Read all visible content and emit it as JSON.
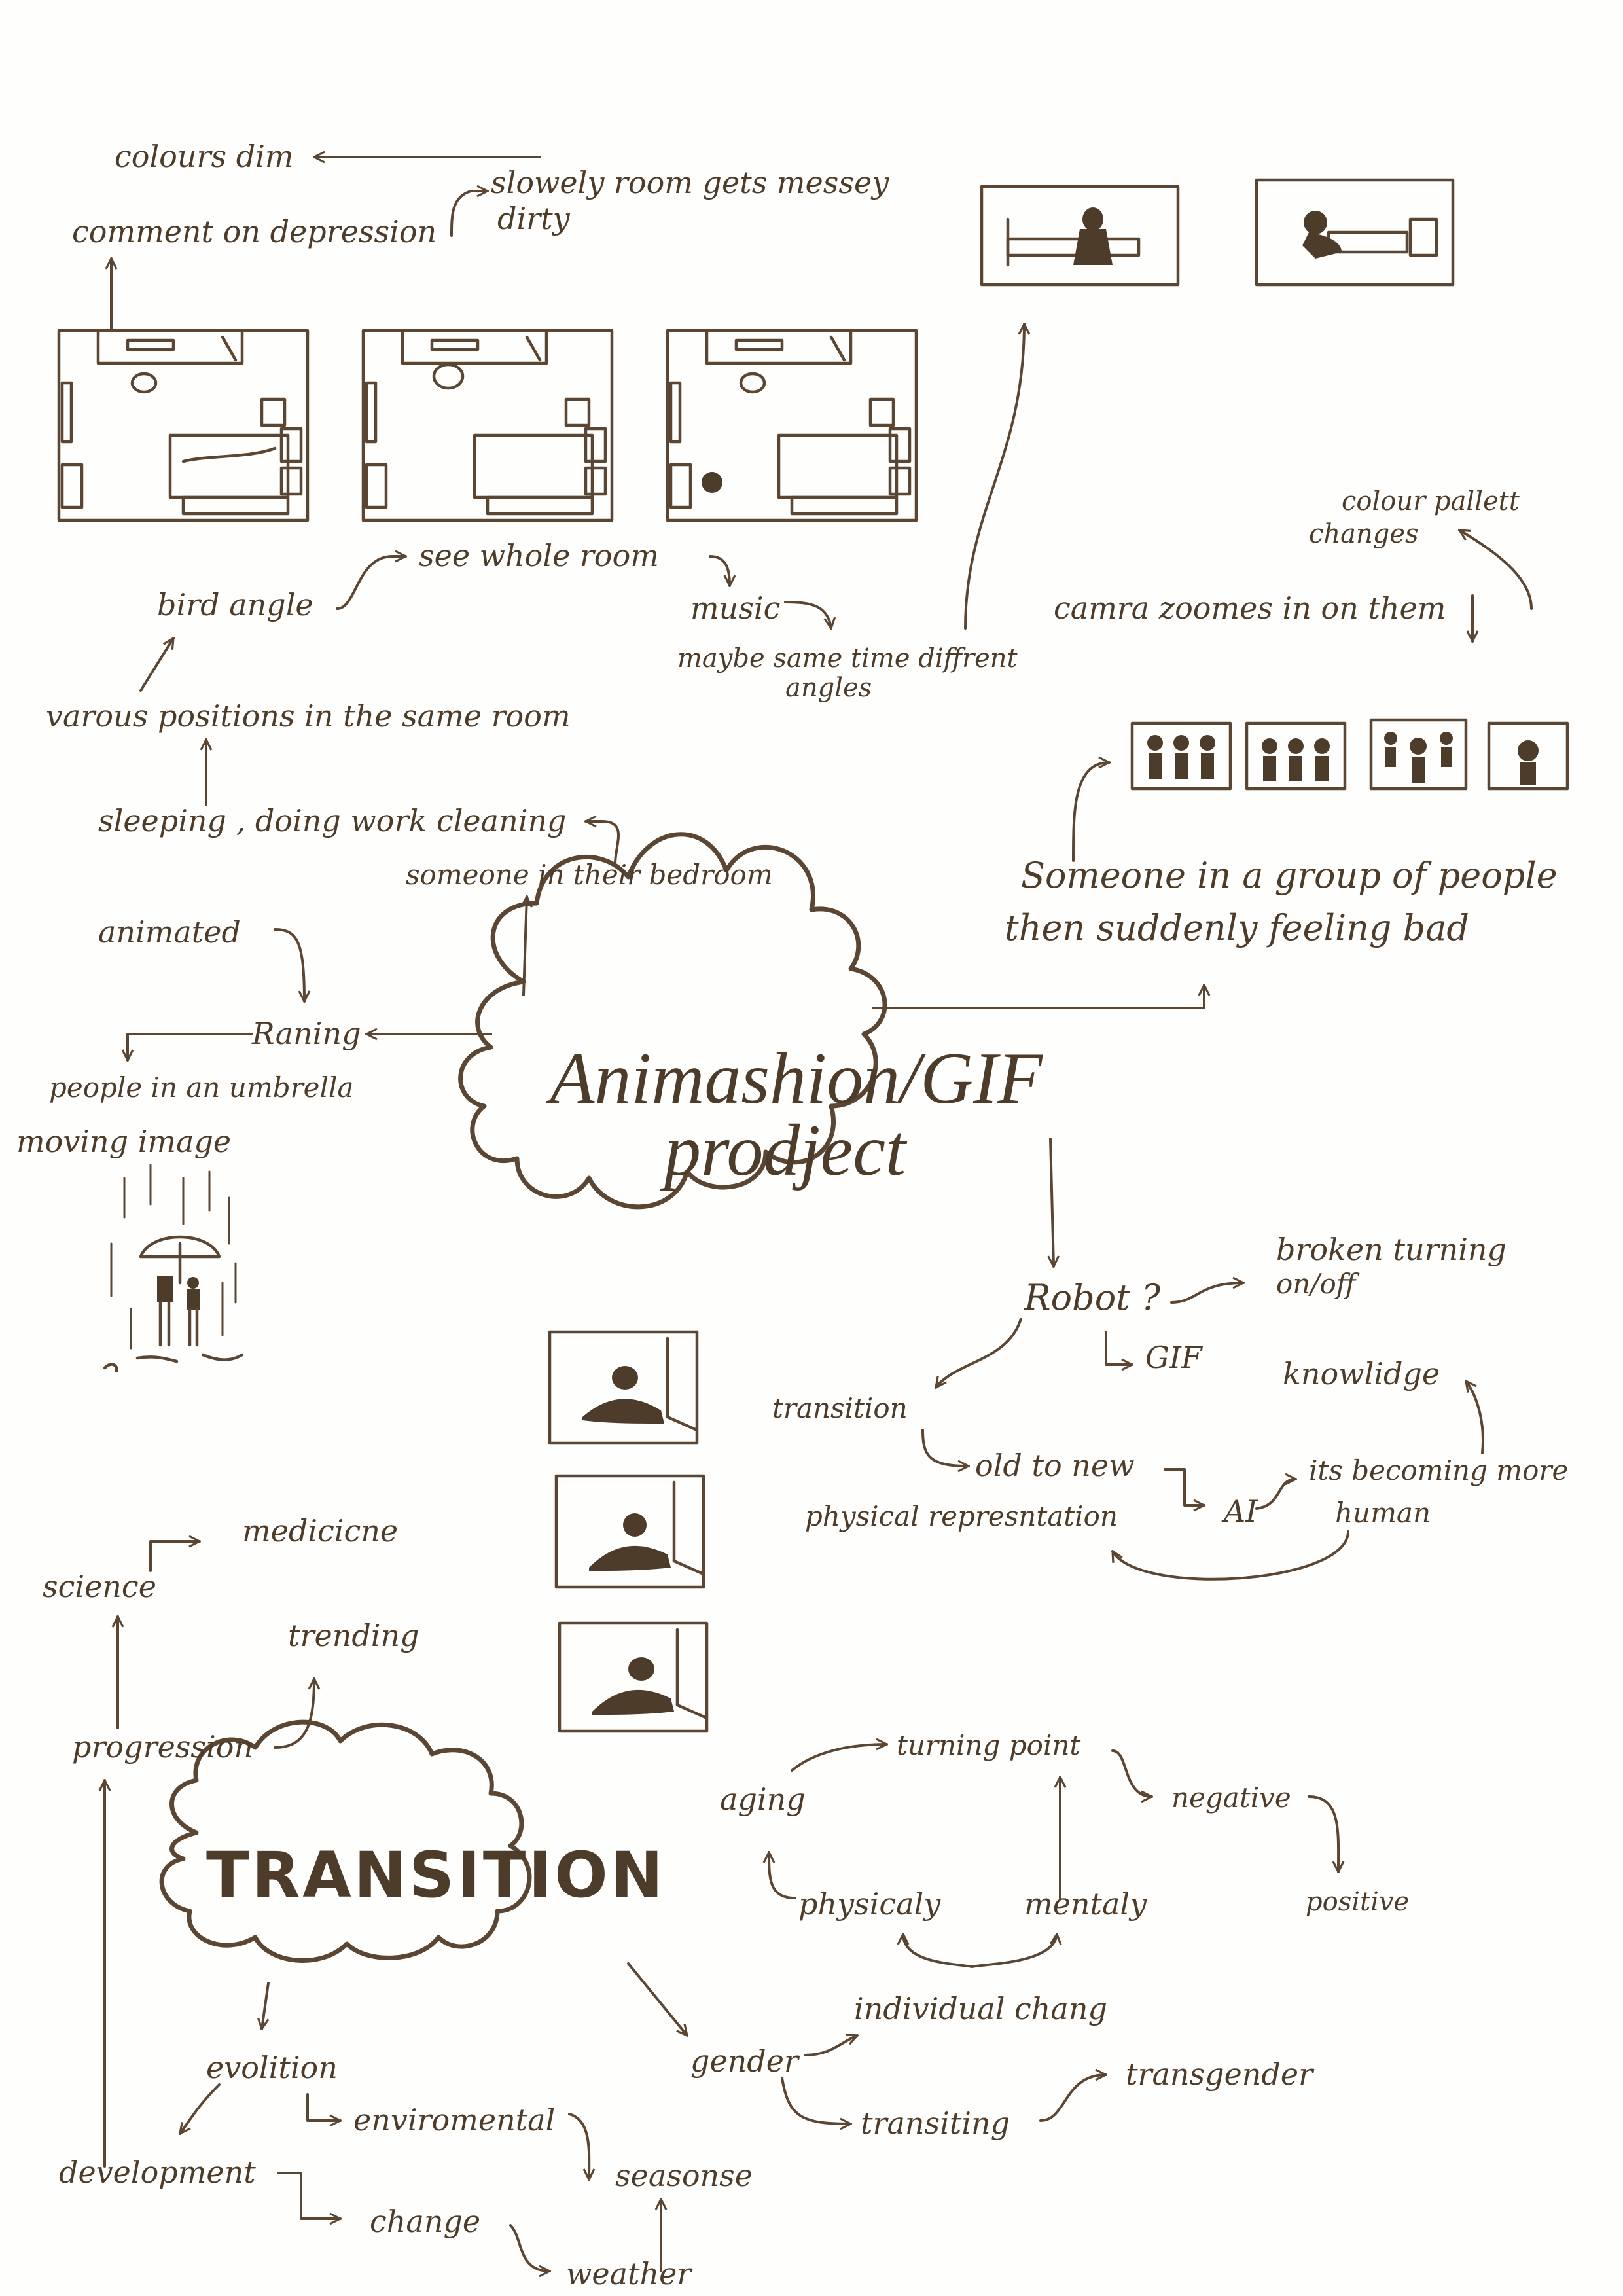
{
  "main_topic": {
    "line1": "Animashion/GIF",
    "line2": "prodject"
  },
  "sub_topic": {
    "title": "TRANSITION"
  },
  "labels": {
    "colours_dim": "colours dim",
    "comment_depression": "comment on depression",
    "slowely_room": "slowely room gets messey",
    "dirty": "dirty",
    "bird_angle": "bird angle",
    "see_whole_room": "see whole room",
    "music": "music",
    "same_time_l1": "maybe same time diffrent",
    "same_time_l2": "angles",
    "varous_positions": "varous positions in the same room",
    "sleeping": "sleeping , doing work cleaning",
    "someone_bedroom": "someone in their bedroom",
    "animated": "animated",
    "raning": "Raning",
    "people_umbrella": "people in an umbrella",
    "moving_image": "moving image",
    "colour_pallett_l1": "colour pallett",
    "colour_pallett_l2": "changes",
    "camra_zoomes": "camra zoomes in on them",
    "group_l1": "Someone in a group of people",
    "group_l2": "then suddenly feeling bad",
    "robot": "Robot ?",
    "broken_l1": "broken turning",
    "broken_l2": "on/off",
    "gif": "GIF",
    "knowlidge": "knowlidge",
    "transition_small": "transition",
    "old_to_new": "old to new",
    "ai": "AI",
    "becoming_l1": "its becoming more",
    "becoming_l2": "human",
    "physical_rep": "physical represntation",
    "medicine": "medicicne",
    "science": "science",
    "trending": "trending",
    "progression": "progression",
    "turning_point": "turning point",
    "aging": "aging",
    "negative": "negative",
    "positive": "positive",
    "physicaly": "physicaly",
    "mentaly": "mentaly",
    "individual_chang": "individual chang",
    "evolition": "evolition",
    "gender": "gender",
    "transgender": "transgender",
    "enviromental": "enviromental",
    "transiting": "transiting",
    "development": "development",
    "seasonse": "seasonse",
    "change": "change",
    "weather": "weather"
  },
  "colors": {
    "ink": "#5a4632",
    "paper": "#fefefd"
  }
}
